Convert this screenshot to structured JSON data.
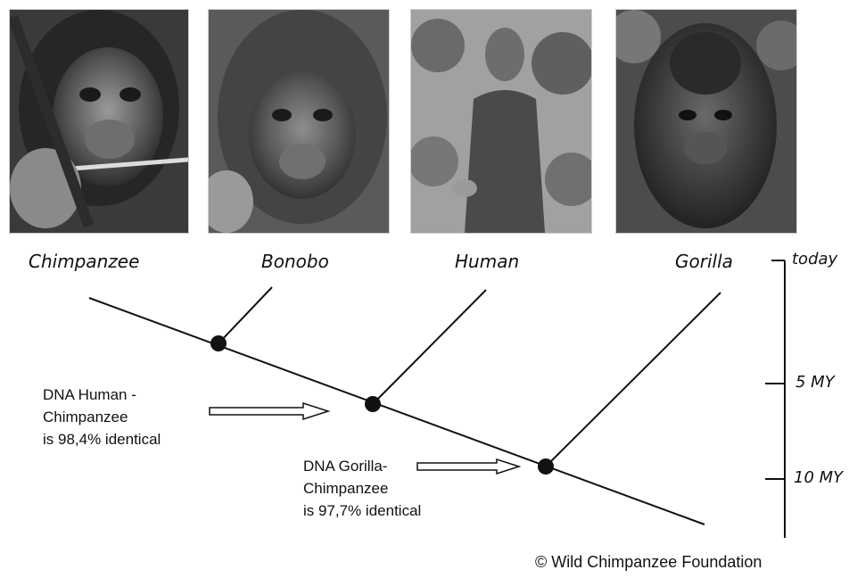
{
  "species": {
    "chimpanzee": "Chimpanzee",
    "bonobo": "Bonobo",
    "human": "Human",
    "gorilla": "Gorilla"
  },
  "timescale": {
    "today": "today",
    "five": "5 MY",
    "ten": "10 MY"
  },
  "notes": {
    "human_chimp": [
      "DNA Human -",
      "Chimpanzee",
      "is 98,4% identical"
    ],
    "gorilla_chimp": [
      "DNA Gorilla-",
      "Chimpanzee",
      "is 97,7% identical"
    ]
  },
  "credit": "© Wild Chimpanzee Foundation"
}
